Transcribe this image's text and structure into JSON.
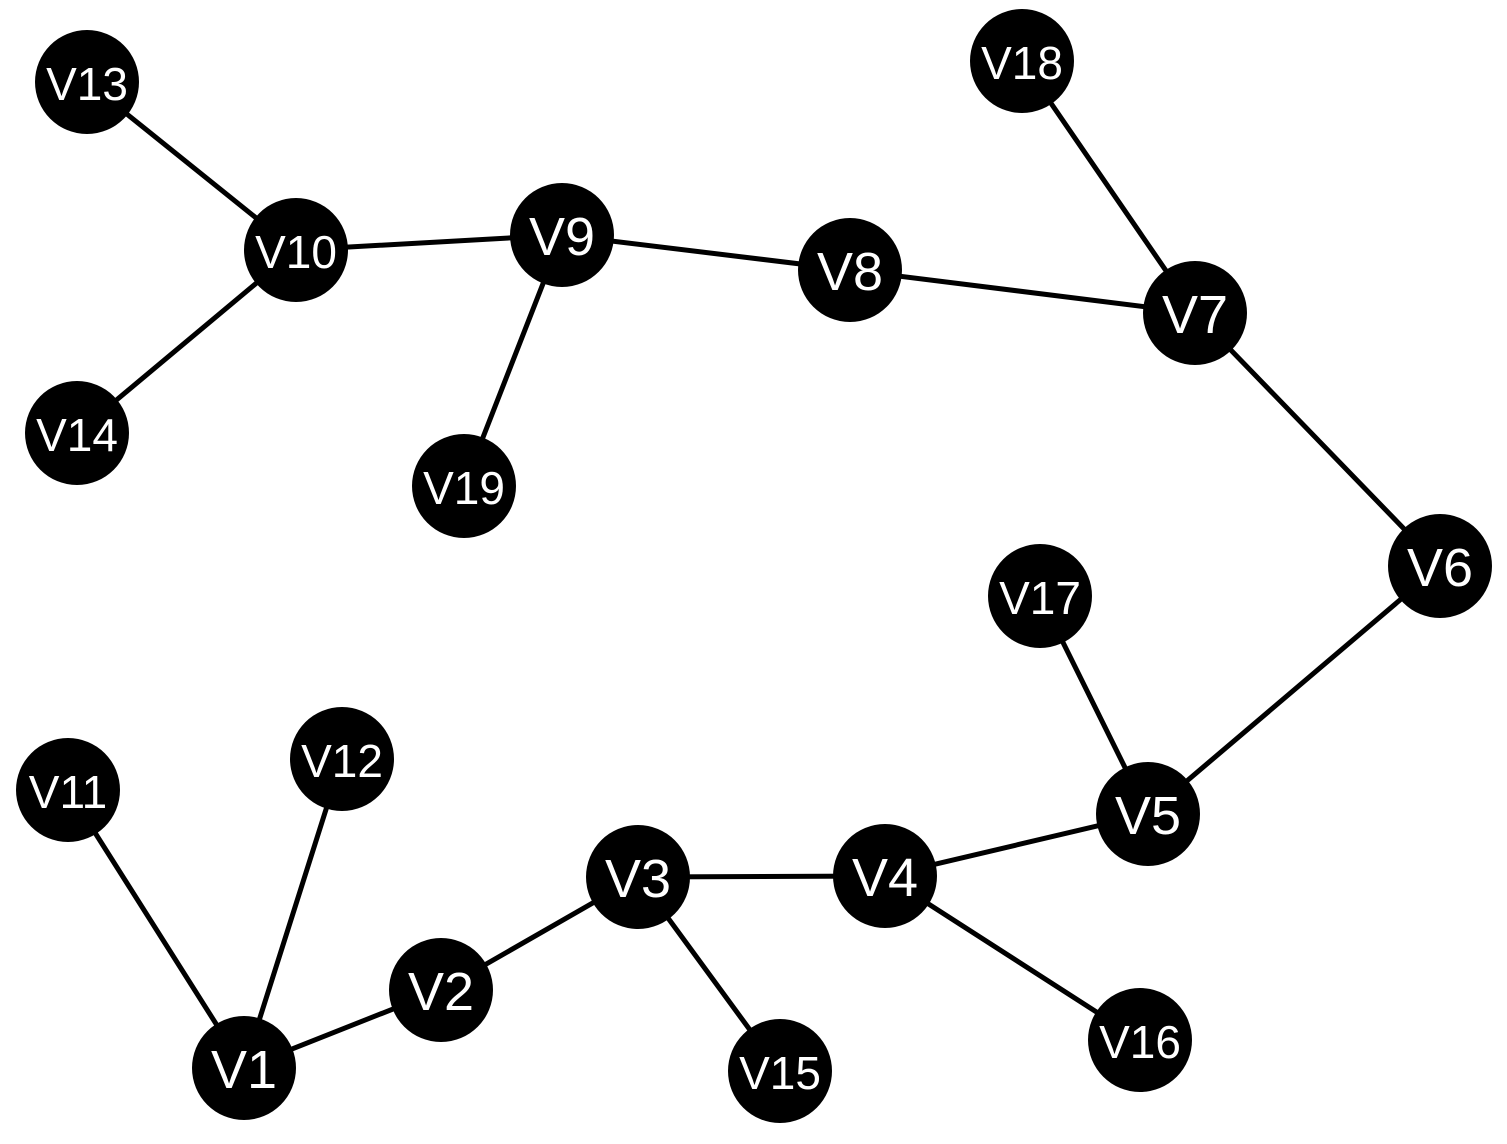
{
  "diagram": {
    "type": "graph",
    "nodes": [
      {
        "id": "V1",
        "label": "V1"
      },
      {
        "id": "V2",
        "label": "V2"
      },
      {
        "id": "V3",
        "label": "V3"
      },
      {
        "id": "V4",
        "label": "V4"
      },
      {
        "id": "V5",
        "label": "V5"
      },
      {
        "id": "V6",
        "label": "V6"
      },
      {
        "id": "V7",
        "label": "V7"
      },
      {
        "id": "V8",
        "label": "V8"
      },
      {
        "id": "V9",
        "label": "V9"
      },
      {
        "id": "V10",
        "label": "V10"
      },
      {
        "id": "V11",
        "label": "V11"
      },
      {
        "id": "V12",
        "label": "V12"
      },
      {
        "id": "V13",
        "label": "V13"
      },
      {
        "id": "V14",
        "label": "V14"
      },
      {
        "id": "V15",
        "label": "V15"
      },
      {
        "id": "V16",
        "label": "V16"
      },
      {
        "id": "V17",
        "label": "V17"
      },
      {
        "id": "V18",
        "label": "V18"
      },
      {
        "id": "V19",
        "label": "V19"
      }
    ],
    "edges": [
      [
        "V1",
        "V11"
      ],
      [
        "V1",
        "V12"
      ],
      [
        "V1",
        "V2"
      ],
      [
        "V2",
        "V3"
      ],
      [
        "V3",
        "V15"
      ],
      [
        "V3",
        "V4"
      ],
      [
        "V4",
        "V16"
      ],
      [
        "V4",
        "V5"
      ],
      [
        "V5",
        "V17"
      ],
      [
        "V5",
        "V6"
      ],
      [
        "V6",
        "V7"
      ],
      [
        "V7",
        "V18"
      ],
      [
        "V7",
        "V8"
      ],
      [
        "V8",
        "V9"
      ],
      [
        "V9",
        "V19"
      ],
      [
        "V9",
        "V10"
      ],
      [
        "V10",
        "V13"
      ],
      [
        "V10",
        "V14"
      ]
    ],
    "colors": {
      "node_fill": "#000000",
      "node_text": "#ffffff",
      "edge": "#000000",
      "background": "#ffffff"
    }
  }
}
